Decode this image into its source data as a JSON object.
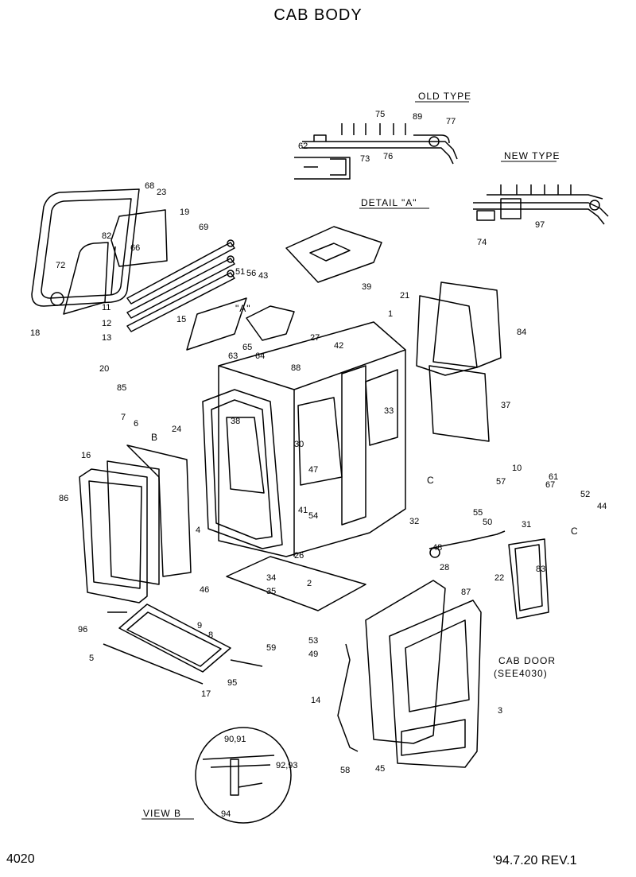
{
  "title": "CAB  BODY",
  "page_number": "4020",
  "revision": "'94.7.20 REV.1",
  "detail_labels": {
    "old_type": "OLD TYPE",
    "new_type": "NEW TYPE",
    "detail_a": "DETAIL \"A\"",
    "view_b": "VIEW  B",
    "cab_door_line1": "CAB DOOR",
    "cab_door_line2": "(SEE4030)",
    "callout_a": "\"A\"",
    "callout_b": "B",
    "callout_c1": "C",
    "callout_c2": "C"
  },
  "part_numbers": [
    "1",
    "2",
    "3",
    "4",
    "5",
    "6",
    "7",
    "8",
    "9",
    "10",
    "11",
    "12",
    "13",
    "14",
    "15",
    "16",
    "17",
    "18",
    "19",
    "20",
    "21",
    "22",
    "23",
    "24",
    "26",
    "27",
    "28",
    "30",
    "31",
    "32",
    "33",
    "34",
    "35",
    "37",
    "38",
    "39",
    "41",
    "42",
    "43",
    "44",
    "45",
    "46",
    "47",
    "48",
    "49",
    "50",
    "51",
    "52",
    "53",
    "54",
    "55",
    "56",
    "57",
    "58",
    "59",
    "61",
    "62",
    "63",
    "64",
    "65",
    "66",
    "67",
    "68",
    "69",
    "72",
    "73",
    "74",
    "75",
    "76",
    "77",
    "82",
    "83",
    "84",
    "85",
    "86",
    "87",
    "88",
    "89",
    "90,91",
    "92,93",
    "94",
    "95",
    "96",
    "97"
  ]
}
